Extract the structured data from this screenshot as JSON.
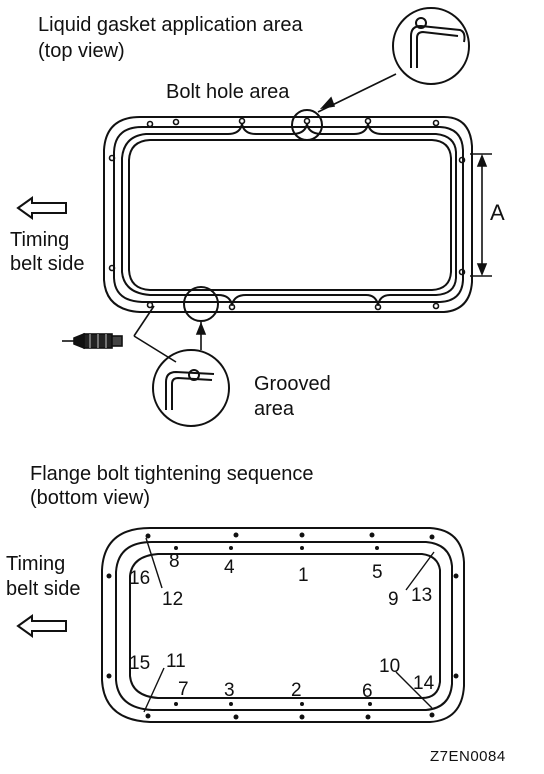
{
  "top": {
    "title_line1": "Liquid gasket application area",
    "title_line2": "(top view)",
    "bolt_hole_area": "Bolt hole area",
    "dimension_label": "A",
    "timing_line1": "Timing",
    "timing_line2": "belt side",
    "grooved_line1": "Grooved",
    "grooved_line2": "area"
  },
  "bottom": {
    "title_line1": "Flange bolt tightening sequence",
    "title_line2": "(bottom view)",
    "timing_line1": "Timing",
    "timing_line2": "belt side",
    "bolt_numbers": [
      "1",
      "2",
      "3",
      "4",
      "5",
      "6",
      "7",
      "8",
      "9",
      "10",
      "11",
      "12",
      "13",
      "14",
      "15",
      "16"
    ]
  },
  "figure_code": "Z7EN0084"
}
